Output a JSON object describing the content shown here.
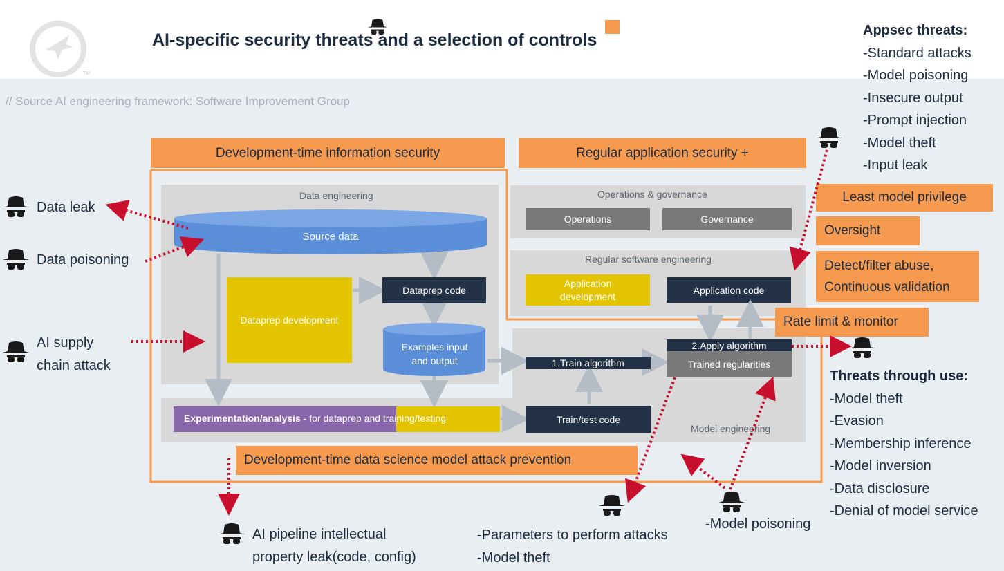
{
  "title": "AI-specific security threats and a selection of controls",
  "subtitle": "// Source AI engineering framework: Software Improvement Group",
  "banners": {
    "dev_infosec": "Development-time information security",
    "regular_appsec": "Regular application security +",
    "least_privilege": "Least model privilege",
    "oversight": "Oversight",
    "detect_filter": "Detect/filter abuse,",
    "continuous_validation": "Continuous validation",
    "rate_limit": "Rate limit & monitor",
    "dev_prevention": "Development-time data science model attack prevention"
  },
  "panels": {
    "data_engineering": "Data engineering",
    "operations_governance": "Operations & governance",
    "regular_software": "Regular software engineering",
    "model_engineering": "Model engineering"
  },
  "boxes": {
    "source_data": "Source data",
    "dataprep_code": "Dataprep code",
    "dataprep_dev": "Dataprep development",
    "examples_line1": "Examples input",
    "examples_line2": "and output",
    "experimentation_bold": "Experimentation/analysis",
    "experimentation_rest": " - for dataprep and training/testing",
    "train_test_code": "Train/test code",
    "operations": "Operations",
    "governance": "Governance",
    "app_dev_line1": "Application",
    "app_dev_line2": "development",
    "application_code": "Application code",
    "train_algorithm": "1.Train algorithm",
    "apply_algorithm": "2.Apply algorithm",
    "trained_regularities": "Trained regularities"
  },
  "appsec_threats": {
    "heading": "Appsec threats:",
    "items": [
      "-Standard attacks",
      "-Model poisoning",
      "-Insecure output",
      "-Prompt injection",
      "-Model theft",
      "-Input leak"
    ]
  },
  "use_threats": {
    "heading": "Threats through use:",
    "items": [
      "-Model theft",
      "-Evasion",
      "-Membership inference",
      "-Model inversion",
      "-Data disclosure",
      "-Denial of model service"
    ]
  },
  "left_threats": {
    "data_leak": "Data leak",
    "data_poisoning": "Data poisoning",
    "supply_line1": "AI supply",
    "supply_line2": "chain attack"
  },
  "bottom_threats": {
    "ip_line1": "AI pipeline intellectual",
    "ip_line2": "property leak(code, config)",
    "params_line1": "-Parameters to perform attacks",
    "params_line2": "-Model theft",
    "model_poisoning": "-Model poisoning"
  },
  "colors": {
    "orange": "#f59a4e",
    "navy": "#233247",
    "blue": "#5b8fd9",
    "yellow": "#e2c400",
    "purple": "#8866aa",
    "arrow_red": "#c8102e",
    "panel_gray": "#d8d8d8",
    "box_gray": "#7a7a7a"
  },
  "icons": [
    "owasp-logo-icon",
    "hacker-icon",
    "arrow-icon"
  ]
}
